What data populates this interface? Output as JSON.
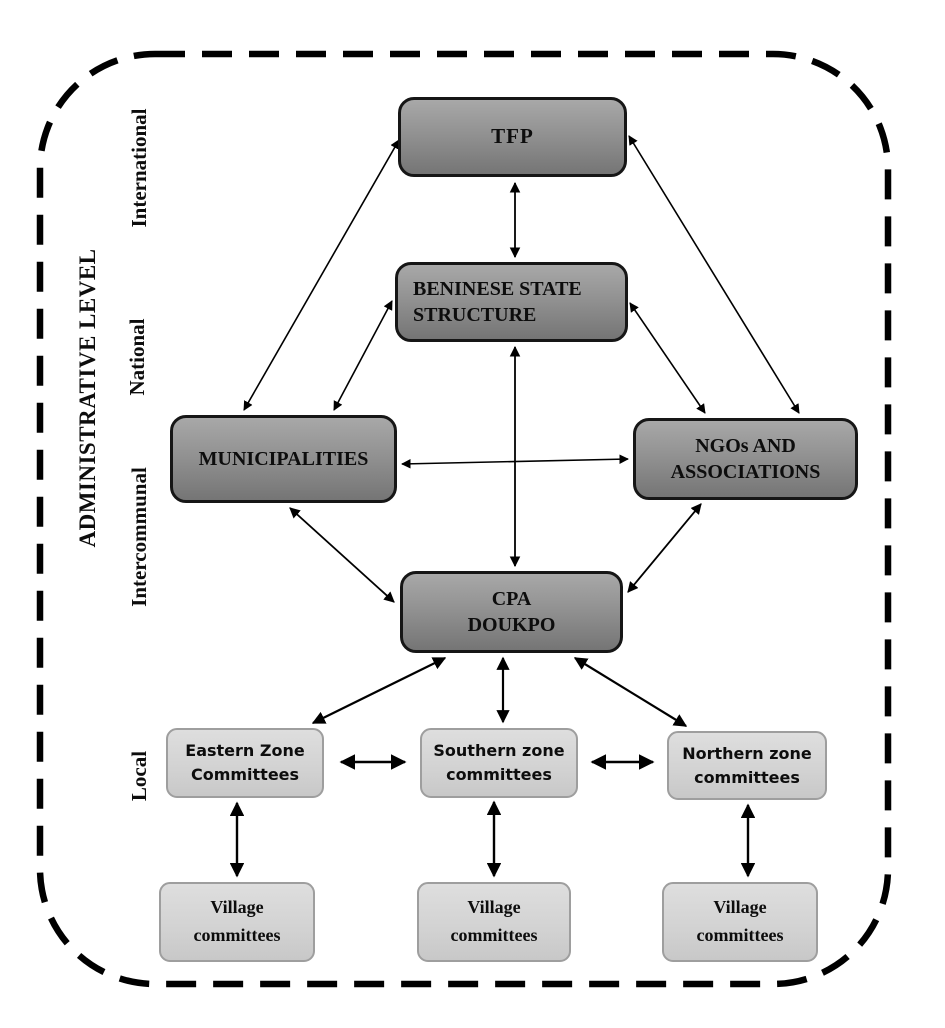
{
  "diagram": {
    "axis_title": "ADMINISTRATIVE LEVEL",
    "levels": [
      {
        "label": "International"
      },
      {
        "label": "National"
      },
      {
        "label": "Intercommunal"
      },
      {
        "label": "Local"
      }
    ]
  },
  "nodes": {
    "tfp": {
      "label": "TFP"
    },
    "state": {
      "lines": [
        "BENINESE STATE",
        "STRUCTURE"
      ]
    },
    "municipalities": {
      "label": "MUNICIPALITIES"
    },
    "ngos": {
      "lines": [
        "NGOs AND",
        "ASSOCIATIONS"
      ]
    },
    "cpa": {
      "lines": [
        "CPA",
        "DOUKPO"
      ]
    },
    "eastern_zone": {
      "lines": [
        "Eastern Zone",
        "Committees"
      ]
    },
    "southern_zone": {
      "lines": [
        "Southern zone",
        "committees"
      ]
    },
    "northern_zone": {
      "lines": [
        "Northern zone",
        "committees"
      ]
    },
    "village_east": {
      "lines": [
        "Village",
        "committees"
      ]
    },
    "village_south": {
      "lines": [
        "Village",
        "committees"
      ]
    },
    "village_north": {
      "lines": [
        "Village",
        "committees"
      ]
    }
  },
  "colors": {
    "dark_node_top": "#a8a8a8",
    "dark_node_bottom": "#757575",
    "light_node": "#d6d6d6",
    "node_border_dark": "#161616",
    "node_border_light": "#9e9e9e",
    "arrow": "#000000",
    "boundary_dash": "#000000",
    "text": "#0d0d0d"
  }
}
